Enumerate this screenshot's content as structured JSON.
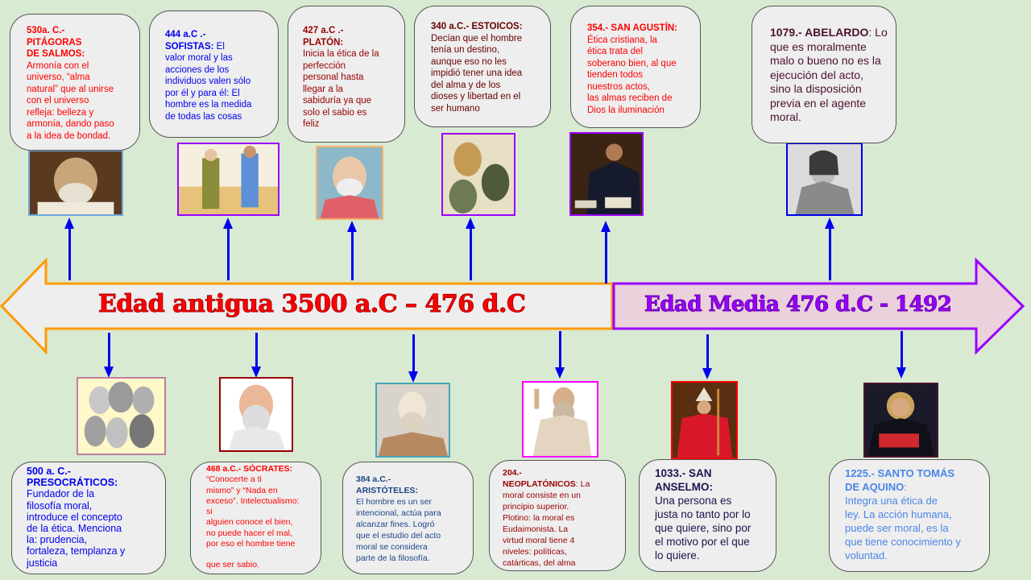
{
  "timeline": {
    "ancient_era": {
      "label": "Edad antigua 3500 a.C – 476 d.C",
      "text_color": "#ff0000",
      "border_color": "#ff9900",
      "fill": "#eeeeee"
    },
    "middle_era": {
      "label": "Edad Media 476 d.C - 1492",
      "text_color": "#9900ff",
      "border_color": "#9900ff",
      "fill": "#ead1dc"
    },
    "connector_color": "#0000ee",
    "background": "#d9ead3"
  },
  "top_events": [
    {
      "id": "pitagoras",
      "heading": "530a. C.- PITÁGORAS DE SALMOS:",
      "heading_lines": [
        "530a. C.-",
        "PITÁGORAS",
        "DE SALMOS:"
      ],
      "body_lines": [
        "Armonía con el",
        "universo, “alma",
        "natural” que al unirse",
        "con el universo",
        "refleja: belleza y",
        "armonía, dando paso",
        "a la idea de bondad."
      ],
      "color": "#ff0000",
      "frame_color": "#6fa8dc"
    },
    {
      "id": "sofistas",
      "heading_lines": [
        "444 a.C .-",
        "SOFISTAS:"
      ],
      "heading_suffix": " El",
      "body_lines": [
        "valor moral y las",
        "acciones de los",
        "individuos valen sólo",
        "por él y para él: El",
        "hombre es la medida",
        "de todas las cosas"
      ],
      "color": "#0000ee",
      "frame_color": "#9900ff"
    },
    {
      "id": "platon",
      "heading_lines": [
        "427 a.C .-",
        "PLATÓN:"
      ],
      "body_lines": [
        "Inicia la ética de la",
        "perfección",
        "personal hasta",
        "llegar a la",
        "sabiduría ya que",
        "solo el sabio es",
        "feliz"
      ],
      "color": "#990000",
      "frame_color": "#f6b26b"
    },
    {
      "id": "estoicos",
      "heading_lines": [
        "340 a.C.- ESTOICOS:"
      ],
      "body_lines": [
        "Decían que el hombre",
        "tenía un destino,",
        "aunque eso no les",
        "impidió tener una idea",
        "del alma y de los",
        "dioses y libertad en el",
        "ser humano"
      ],
      "color": "#660000",
      "frame_color": "#9900ff"
    },
    {
      "id": "agustin",
      "heading_lines": [
        "354.- SAN AGUSTÍN:"
      ],
      "body_lines": [
        "Ética cristiana, la",
        "ética trata del",
        "soberano bien, al que",
        "tienden todos",
        "nuestros actos,",
        "las almas reciben de",
        "Dios la iluminación"
      ],
      "color": "#ff0000",
      "frame_color": "#9900ff"
    },
    {
      "id": "abelardo",
      "heading_lines": [
        "1079.- ABELARDO"
      ],
      "heading_suffix": ": Lo",
      "body_lines": [
        "que es moralmente",
        "malo o bueno no es la",
        "ejecución del acto,",
        "sino la disposición",
        "previa en el agente",
        "moral."
      ],
      "color": "#4c1130",
      "frame_color": "#0000ee"
    }
  ],
  "bottom_events": [
    {
      "id": "presocraticos",
      "heading_lines": [
        "500 a. C.-",
        "PRESOCRÁTICOS:"
      ],
      "body_lines": [
        "Fundador de la",
        "filosofía moral,",
        "introduce el concepto",
        "de la ética. Menciona",
        "la: prudencia,",
        "fortaleza, templanza y",
        "justicia"
      ],
      "color": "#0000ee",
      "frame_color": "#c27ba0"
    },
    {
      "id": "socrates",
      "heading_lines": [
        "468 a.C.- SÓCRATES:"
      ],
      "body_lines": [
        "“Conocerte a ti",
        "mismo” y “Nada en",
        "exceso”. Intelectualismo:",
        "si",
        "alguien conoce el bien,",
        "no puede hacer el mal,",
        "por eso el hombre tiene",
        "",
        "que ser sabio."
      ],
      "color": "#ff0000",
      "frame_color": "#990000"
    },
    {
      "id": "aristoteles",
      "heading_lines": [
        "384 a.C.-",
        "ARISTÓTELES:"
      ],
      "body_lines": [
        "El hombre es un ser",
        "intencional, actúa para",
        "alcanzar fines. Logró",
        "que el estudio del acto",
        "moral se considera",
        "parte de la filosofía."
      ],
      "color": "#1c4587",
      "frame_color": "#45a6b5"
    },
    {
      "id": "neoplatonicos",
      "heading_lines": [
        "204.-",
        "NEOPLATÓNICOS"
      ],
      "heading_suffix": ": La",
      "body_lines": [
        "moral consiste en un",
        "principio superior.",
        "Plotino: la moral es",
        "Eudaimonista. La",
        "virtud moral tiene 4",
        "niveles: políticas,",
        "catárticas, del alma"
      ],
      "color": "#990000",
      "frame_color": "#ff00ff"
    },
    {
      "id": "anselmo",
      "heading_lines": [
        "1033.- SAN",
        "ANSELMO:"
      ],
      "body_lines": [
        "Una persona es",
        "justa no tanto por lo",
        "que quiere, sino por",
        "el motivo por el que",
        "lo quiere."
      ],
      "color": "#20124d",
      "frame_color": "#ff0000"
    },
    {
      "id": "tomas",
      "heading_lines": [
        "1225.- SANTO TOMÁS",
        "DE AQUINO"
      ],
      "heading_suffix": ":",
      "body_lines": [
        "Integra una ética de",
        "ley. La acción humana,",
        "puede ser moral, es la",
        "que tiene conocimiento y",
        "voluntad."
      ],
      "color": "#4a86e8",
      "frame_color": "#4c1130"
    }
  ],
  "icons": {
    "connector_up": "arrow-up-icon",
    "connector_down": "arrow-down-icon",
    "portrait": "philosopher-portrait"
  }
}
